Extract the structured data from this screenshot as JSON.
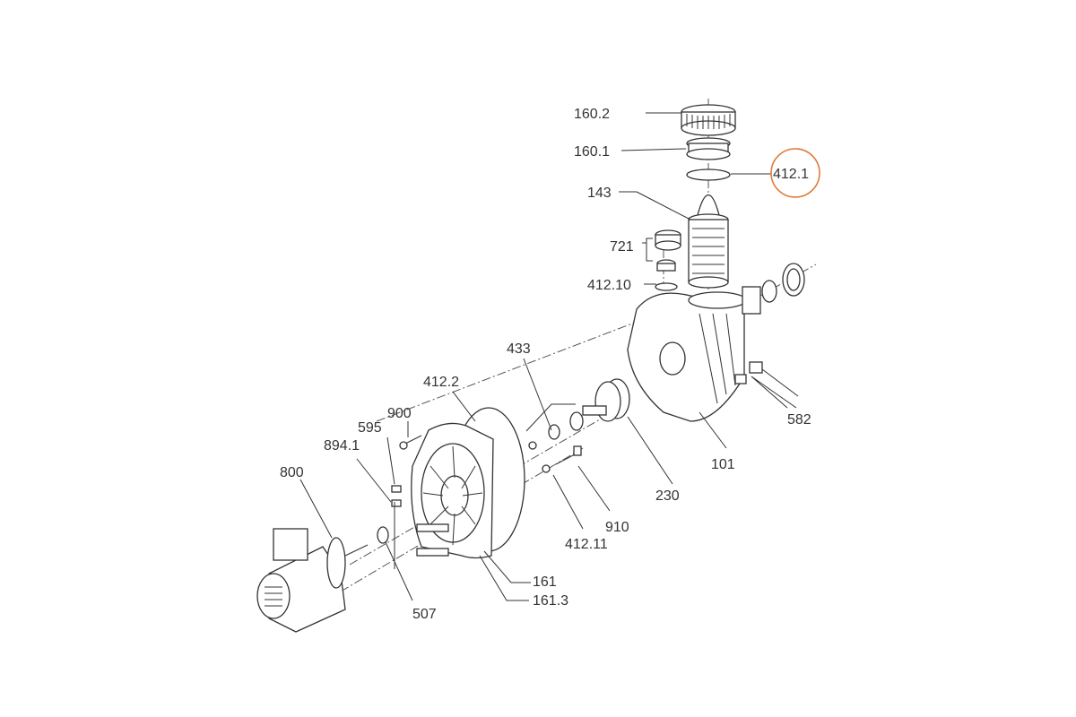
{
  "title": "Pump exploded parts diagram",
  "highlight_color": "#e07a3a",
  "parts": {
    "p160_2": "160.2",
    "p160_1": "160.1",
    "p412_1": "412.1",
    "p143": "143",
    "p721": "721",
    "p412_10": "412.10",
    "p433": "433",
    "p412_2": "412.2",
    "p900": "900",
    "p595": "595",
    "p894_1": "894.1",
    "p800": "800",
    "p582": "582",
    "p101": "101",
    "p230": "230",
    "p910": "910",
    "p412_11": "412.11",
    "p161": "161",
    "p161_3": "161.3",
    "p507": "507"
  },
  "highlighted_part": "412.1"
}
